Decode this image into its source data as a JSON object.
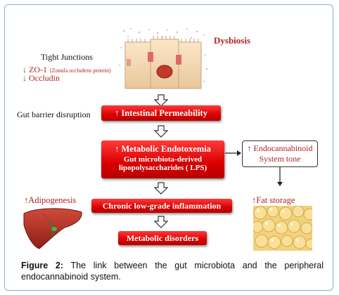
{
  "labels": {
    "dysbiosis": "Dysbiosis",
    "tight_junctions": "Tight Junctions",
    "zo1": "↓ ZO-1",
    "zo1_note": "(Zonula occludens protein)",
    "occludin": "↓ Occludin",
    "gut_barrier": "Gut barrier disruption",
    "adipogenesis": "↑Adipogenesis",
    "fat_storage": "↑Fat storage"
  },
  "boxes": {
    "permeability": "↑ Intestinal Permeability",
    "endotoxemia_title": "↑ Metabolic Endotoxemia",
    "endotoxemia_sub1": "Gut microbiota-derived",
    "endotoxemia_sub2": "lipopolysaccharides ( LPS)",
    "endocannabinoid_1": "↑ Endocannabinoid",
    "endocannabinoid_2": "System tone",
    "inflammation": "Chronic low-grade inflammation",
    "disorders": "Metabolic disorders"
  },
  "caption": {
    "label": "Figure 2:",
    "text": "The link between the gut microbiota and the peripheral endocannabinoid system."
  },
  "colors": {
    "red": "#d90000",
    "dark_red": "#b22222",
    "frame": "#8ab0c8"
  }
}
